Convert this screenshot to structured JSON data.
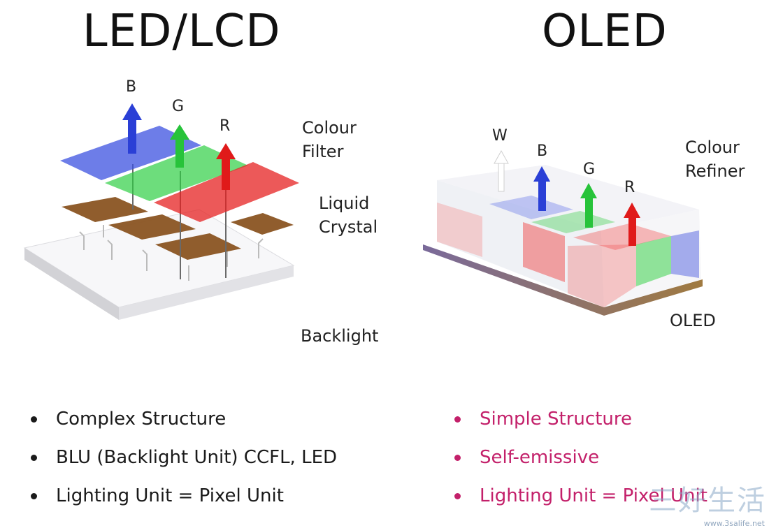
{
  "titles": {
    "left": "LED/LCD",
    "right": "OLED"
  },
  "lcd": {
    "arrow_labels": [
      "B",
      "G",
      "R"
    ],
    "layer_labels": {
      "colour_filter": [
        "Colour",
        "Filter"
      ],
      "liquid_crystal": [
        "Liquid",
        "Crystal"
      ],
      "backlight": "Backlight"
    },
    "bullets": [
      "Complex Structure",
      "BLU (Backlight Unit) CCFL, LED",
      "Lighting Unit = Pixel Unit"
    ]
  },
  "oled": {
    "arrow_labels": [
      "W",
      "B",
      "G",
      "R"
    ],
    "layer_labels": {
      "colour_refiner": [
        "Colour",
        "Refiner"
      ],
      "oled": "OLED"
    },
    "bullets": [
      "Simple Structure",
      "Self-emissive",
      "Lighting Unit = Pixel Unit"
    ]
  },
  "colors": {
    "blue": "#2a3fd6",
    "green": "#27c33a",
    "red": "#e01a1a",
    "brown": "#8a5422",
    "oled_bullet": "#c3206a"
  },
  "watermark": {
    "text": "三好生活",
    "url": "www.3salife.net"
  }
}
